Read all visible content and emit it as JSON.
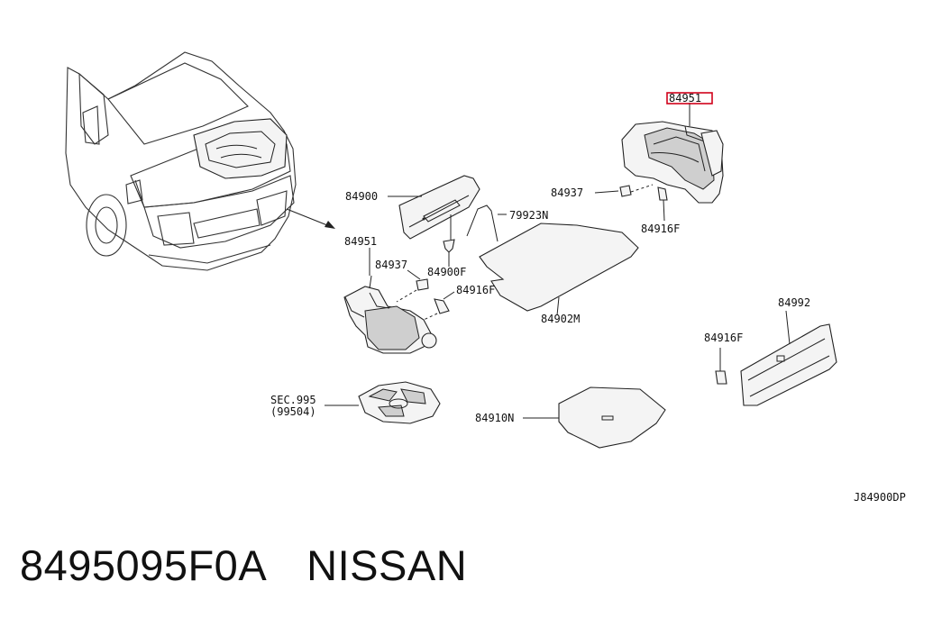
{
  "callouts": {
    "p84951_highlight": "84951",
    "p84900": "84900",
    "p79923n": "79923N",
    "p84951": "84951",
    "p84937_left": "84937",
    "p84900f": "84900F",
    "p84916f_left": "84916F",
    "p84902m": "84902M",
    "p84937_right": "84937",
    "p84916f_right": "84916F",
    "p84992": "84992",
    "p84916f_lower": "84916F",
    "sec995": "SEC.995",
    "sec995_sub": "(99504)",
    "p84910n": "84910N",
    "diagram_code": "J84900DP"
  },
  "footer": {
    "part_number": "8495095F0A",
    "brand": "NISSAN"
  },
  "colors": {
    "highlight_box": "#d0021b",
    "line": "#222222"
  }
}
